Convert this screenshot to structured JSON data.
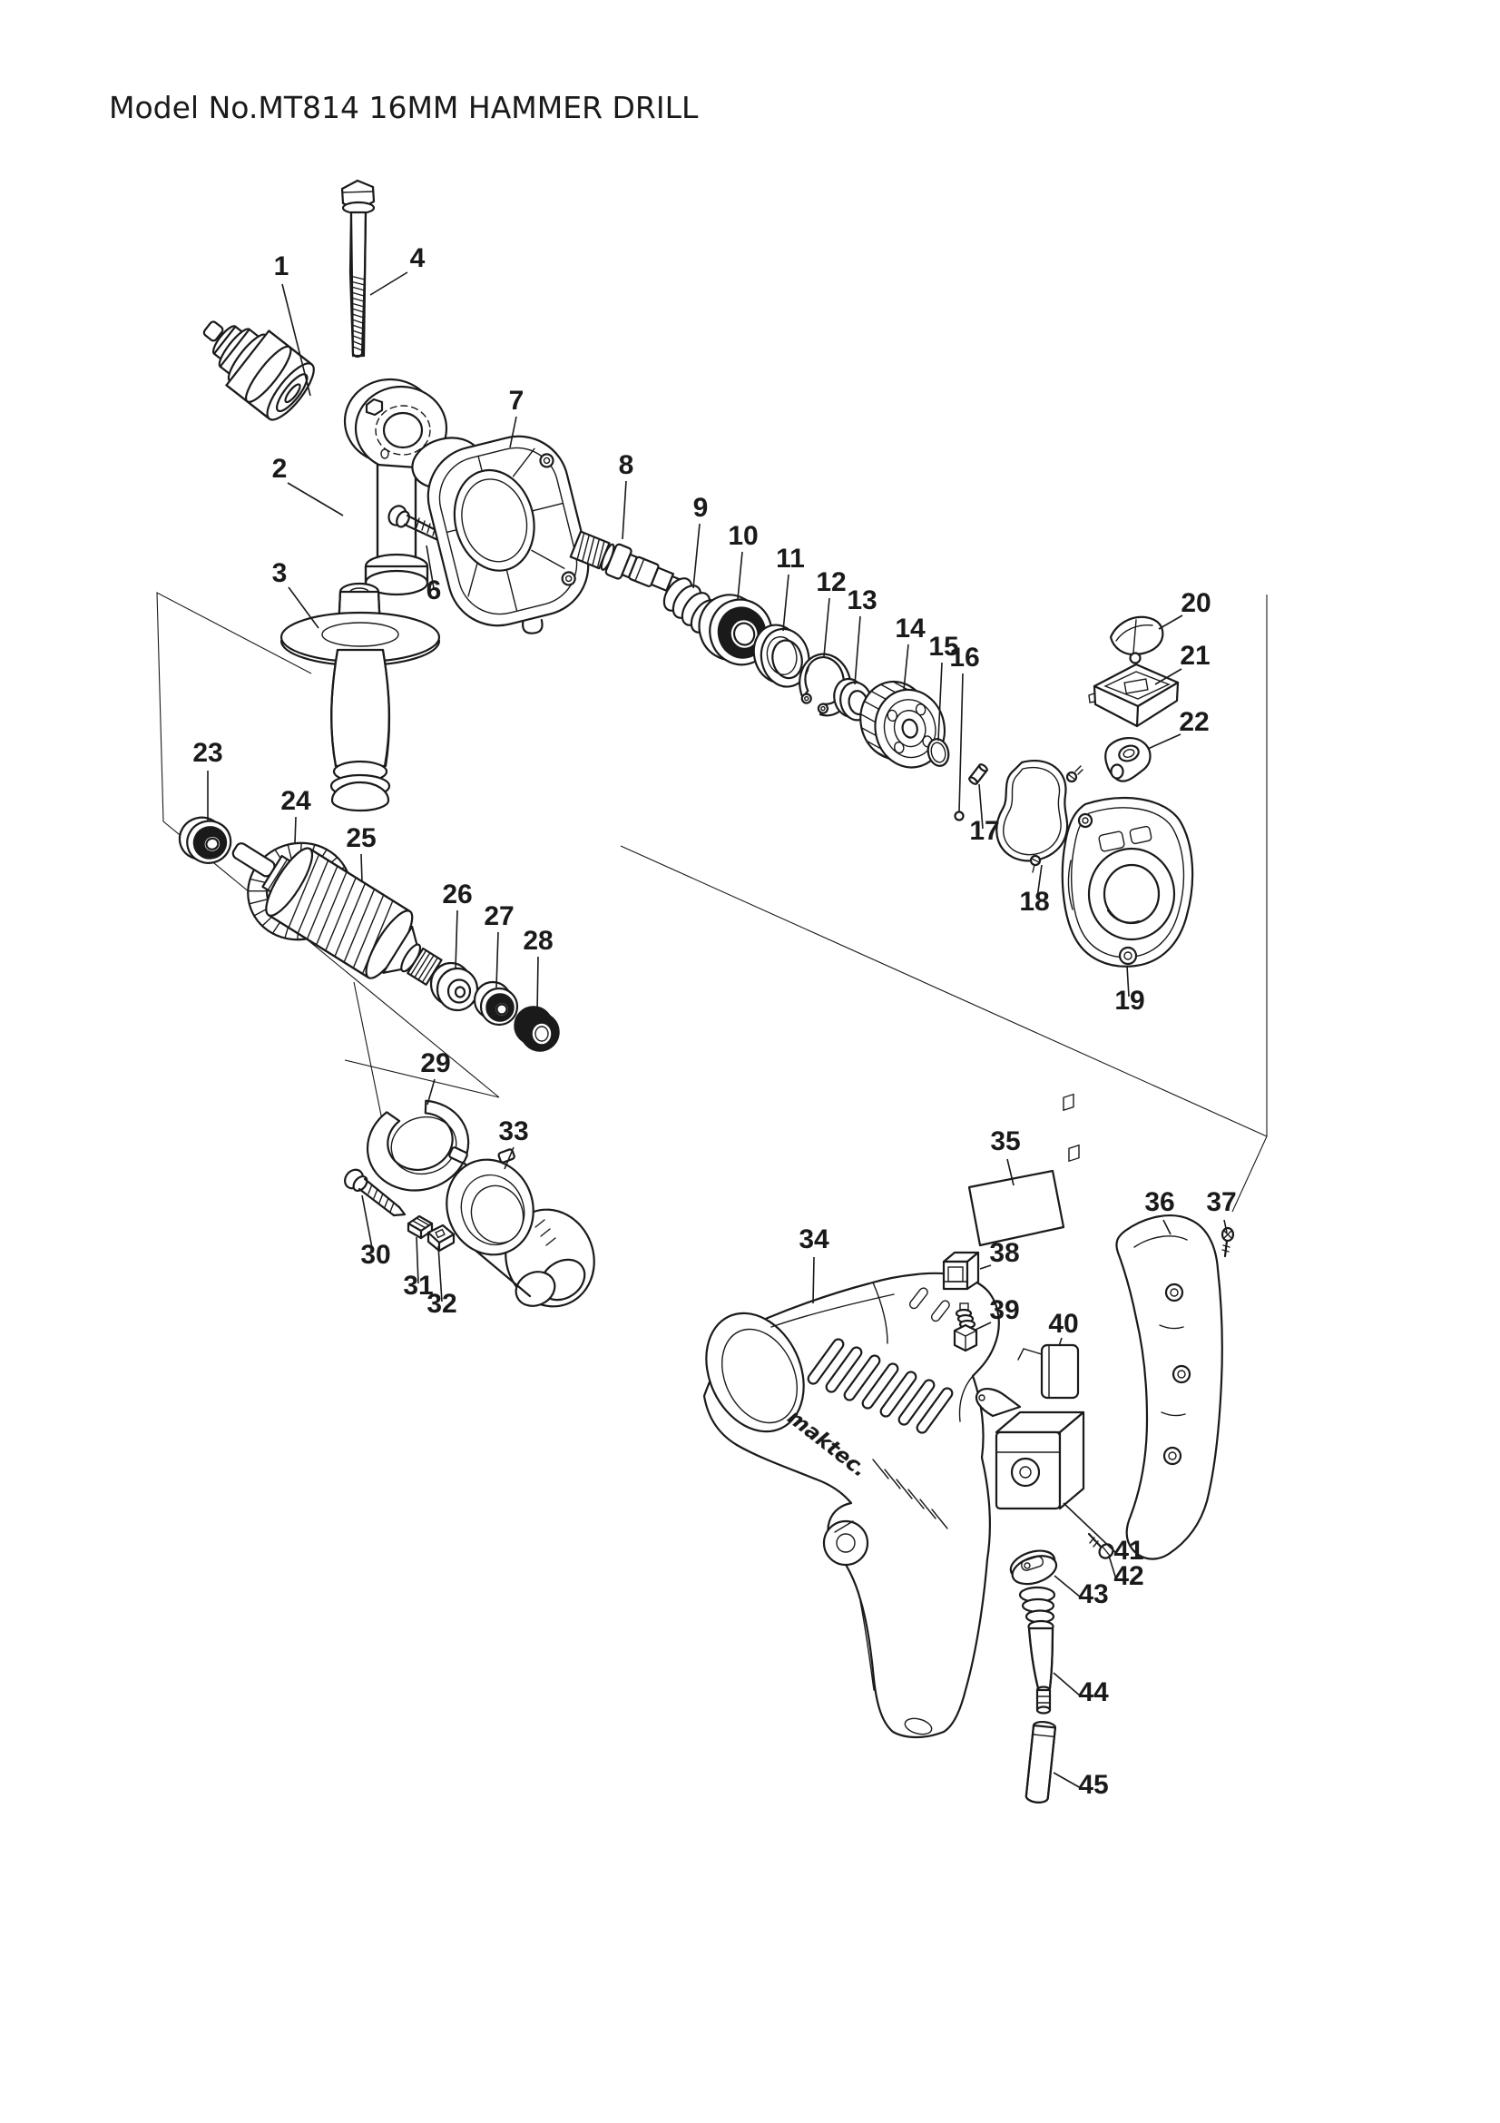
{
  "title": "Model No.MT814 16MM HAMMER DRILL",
  "logo": "maktec.",
  "colors": {
    "line": "#1a1a1a",
    "background": "#ffffff"
  },
  "labels": [
    "1",
    "2",
    "3",
    "4",
    "6",
    "7",
    "8",
    "9",
    "10",
    "11",
    "12",
    "13",
    "14",
    "15",
    "16",
    "17",
    "18",
    "19",
    "20",
    "21",
    "22",
    "23",
    "24",
    "25",
    "26",
    "27",
    "28",
    "29",
    "30",
    "31",
    "32",
    "33",
    "34",
    "35",
    "36",
    "37",
    "38",
    "39",
    "40",
    "41",
    "42",
    "43",
    "44",
    "45"
  ]
}
